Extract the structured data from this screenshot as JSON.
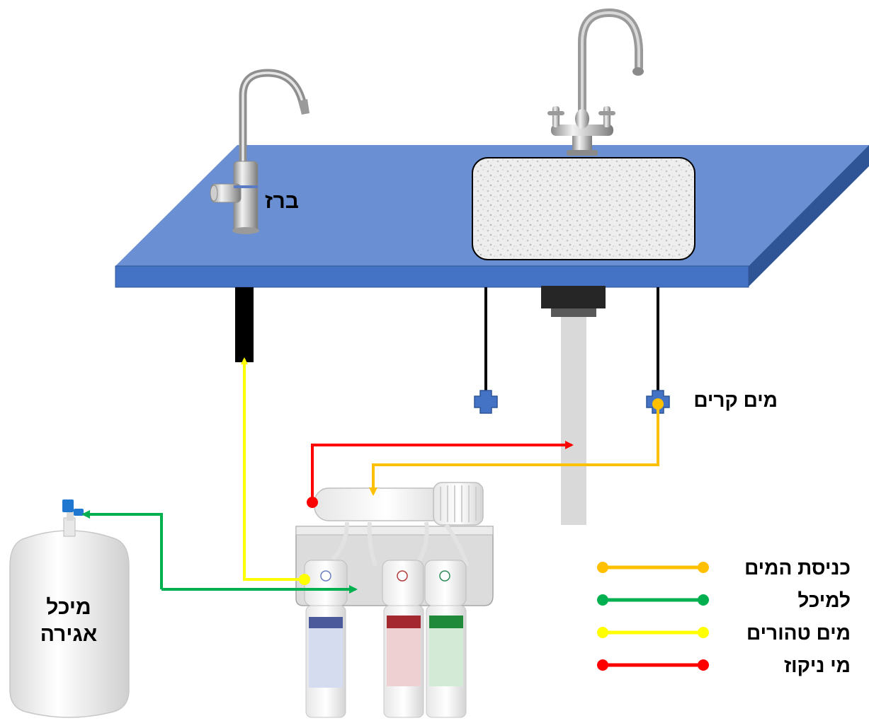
{
  "labels": {
    "faucet": "ברז",
    "hot_water": "מים קרים",
    "tank_line1": "מיכל",
    "tank_line2": "אגירה"
  },
  "legend": [
    {
      "label": "כניסת המים",
      "color": "#FFC000"
    },
    {
      "label": "למיכל",
      "color": "#00B050"
    },
    {
      "label": "מים טהורים",
      "color": "#FFFF00"
    },
    {
      "label": "מי ניקוז",
      "color": "#FF0000"
    }
  ],
  "colors": {
    "counter_top": "#6A8FD2",
    "counter_edge": "#4472C4",
    "counter_side": "#2F5597",
    "inlet": "#FFC000",
    "to_tank": "#00B050",
    "pure": "#FFFF00",
    "drain": "#FF0000"
  }
}
